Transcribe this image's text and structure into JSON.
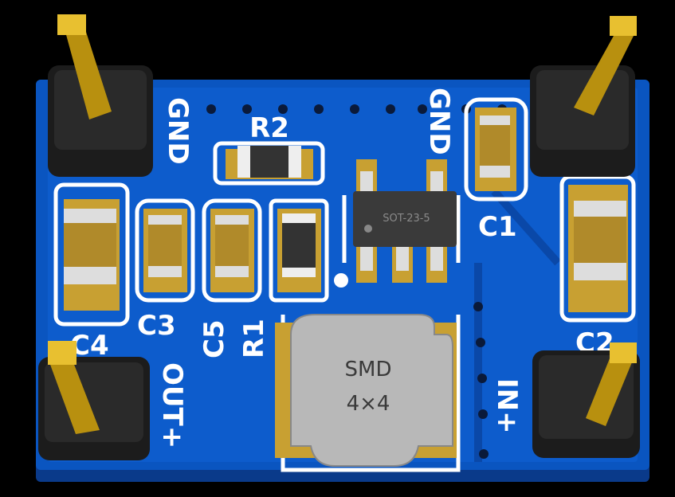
{
  "board": {
    "colors": {
      "pcb": "#0a55c0",
      "pcb_edge": "#0a3a8a",
      "pad": "#c8a032",
      "header": "#1c1c1c",
      "pin": "#d4a820",
      "silk": "#ffffff"
    },
    "labels": {
      "gnd_left": "GND",
      "gnd_right": "GND",
      "r2": "R2",
      "c1": "C1",
      "c2": "C2",
      "c3": "C3",
      "c4": "C4",
      "c5": "C5",
      "r1": "R1",
      "out_plus": "OUT+",
      "in_plus": "IN+"
    },
    "ic": {
      "package": "SOT-23-5"
    },
    "inductor": {
      "line1": "SMD",
      "line2": "4×4"
    }
  }
}
